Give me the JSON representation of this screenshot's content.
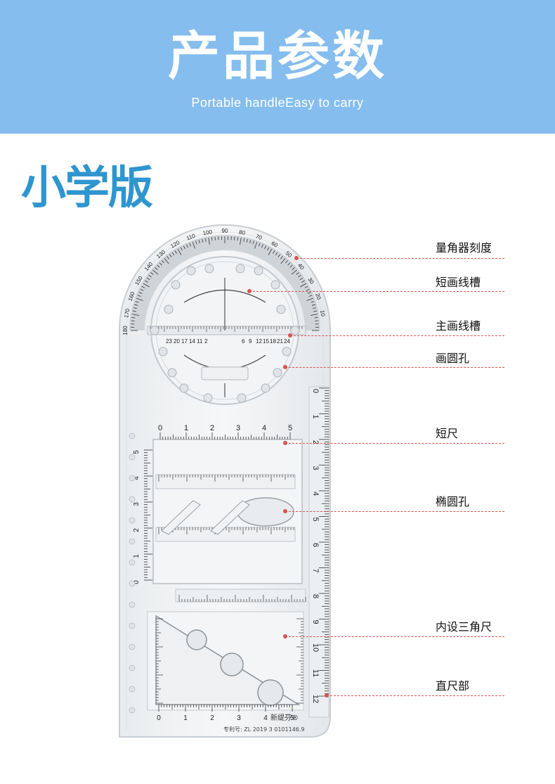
{
  "banner": {
    "title": "产品参数",
    "subtitle": "Portable handleEasy to carry",
    "bg_color": "#85bdee"
  },
  "edition": {
    "label": "小学版",
    "color": "#2f95cf"
  },
  "callouts": [
    {
      "label": "量角器刻度"
    },
    {
      "label": "短画线槽"
    },
    {
      "label": "主画线槽"
    },
    {
      "label": "画圆孔"
    },
    {
      "label": "短尺"
    },
    {
      "label": "椭圆孔"
    },
    {
      "label": "内设三角尺"
    },
    {
      "label": "直尺部"
    }
  ],
  "ruler": {
    "protractor_ticks": [
      "10",
      "20",
      "30",
      "40",
      "50",
      "60",
      "70",
      "80",
      "90",
      "100",
      "110",
      "120",
      "130",
      "140",
      "150",
      "160",
      "170",
      "180"
    ],
    "right_scale": [
      "0",
      "1",
      "2",
      "3",
      "4",
      "5",
      "6",
      "7",
      "8",
      "9",
      "10",
      "11",
      "12"
    ],
    "short_scale": [
      "0",
      "1",
      "2",
      "3",
      "4",
      "5"
    ],
    "hole_numbers_left": [
      "23",
      "20",
      "17",
      "14",
      "11",
      "2"
    ],
    "hole_numbers_right": [
      "6",
      "9",
      "12",
      "15",
      "18",
      "21",
      "24"
    ],
    "brand": "新缇芬®",
    "patent": "专利号: ZL 2019 3 0101146.9",
    "accent_color": "#d9534f"
  }
}
